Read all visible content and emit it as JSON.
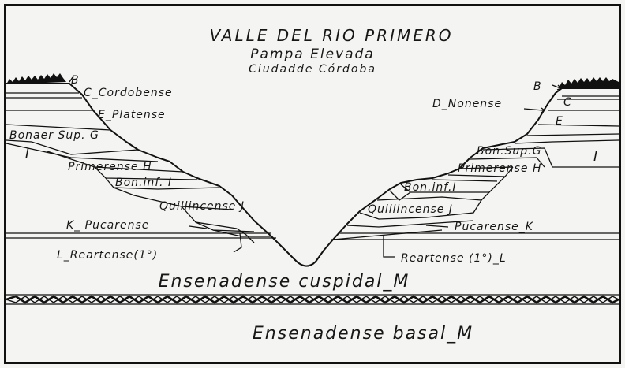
{
  "title": "VALLE DEL RIO PRIMERO",
  "subtitle": "Pampa Elevada",
  "subtitle2": "Ciudadde Córdoba",
  "left_labels": {
    "b": "B",
    "c": "C_Cordobense",
    "e": "E_Platense",
    "g": "Bonaer Sup. G",
    "i": "I",
    "h": "Primerense H",
    "bi": "Bon.inf. I",
    "j": "Quillincense J",
    "k": "K_ Pucarense",
    "l": "L_Reartense(1°)"
  },
  "right_labels": {
    "b": "B",
    "d": "D_Nonense",
    "c": "C",
    "e": "E",
    "g": "Bon.Sup.G",
    "h": "Primerense H",
    "i": "I",
    "bi": "Bon.inf.I",
    "j": "Quillincense J",
    "k": "Pucarense_K",
    "l": "Reartense (1°)_L"
  },
  "bottom_labels": {
    "cuspidal": "Ensenadense cuspidal_M",
    "basal": "Ensenadense basal_M"
  }
}
